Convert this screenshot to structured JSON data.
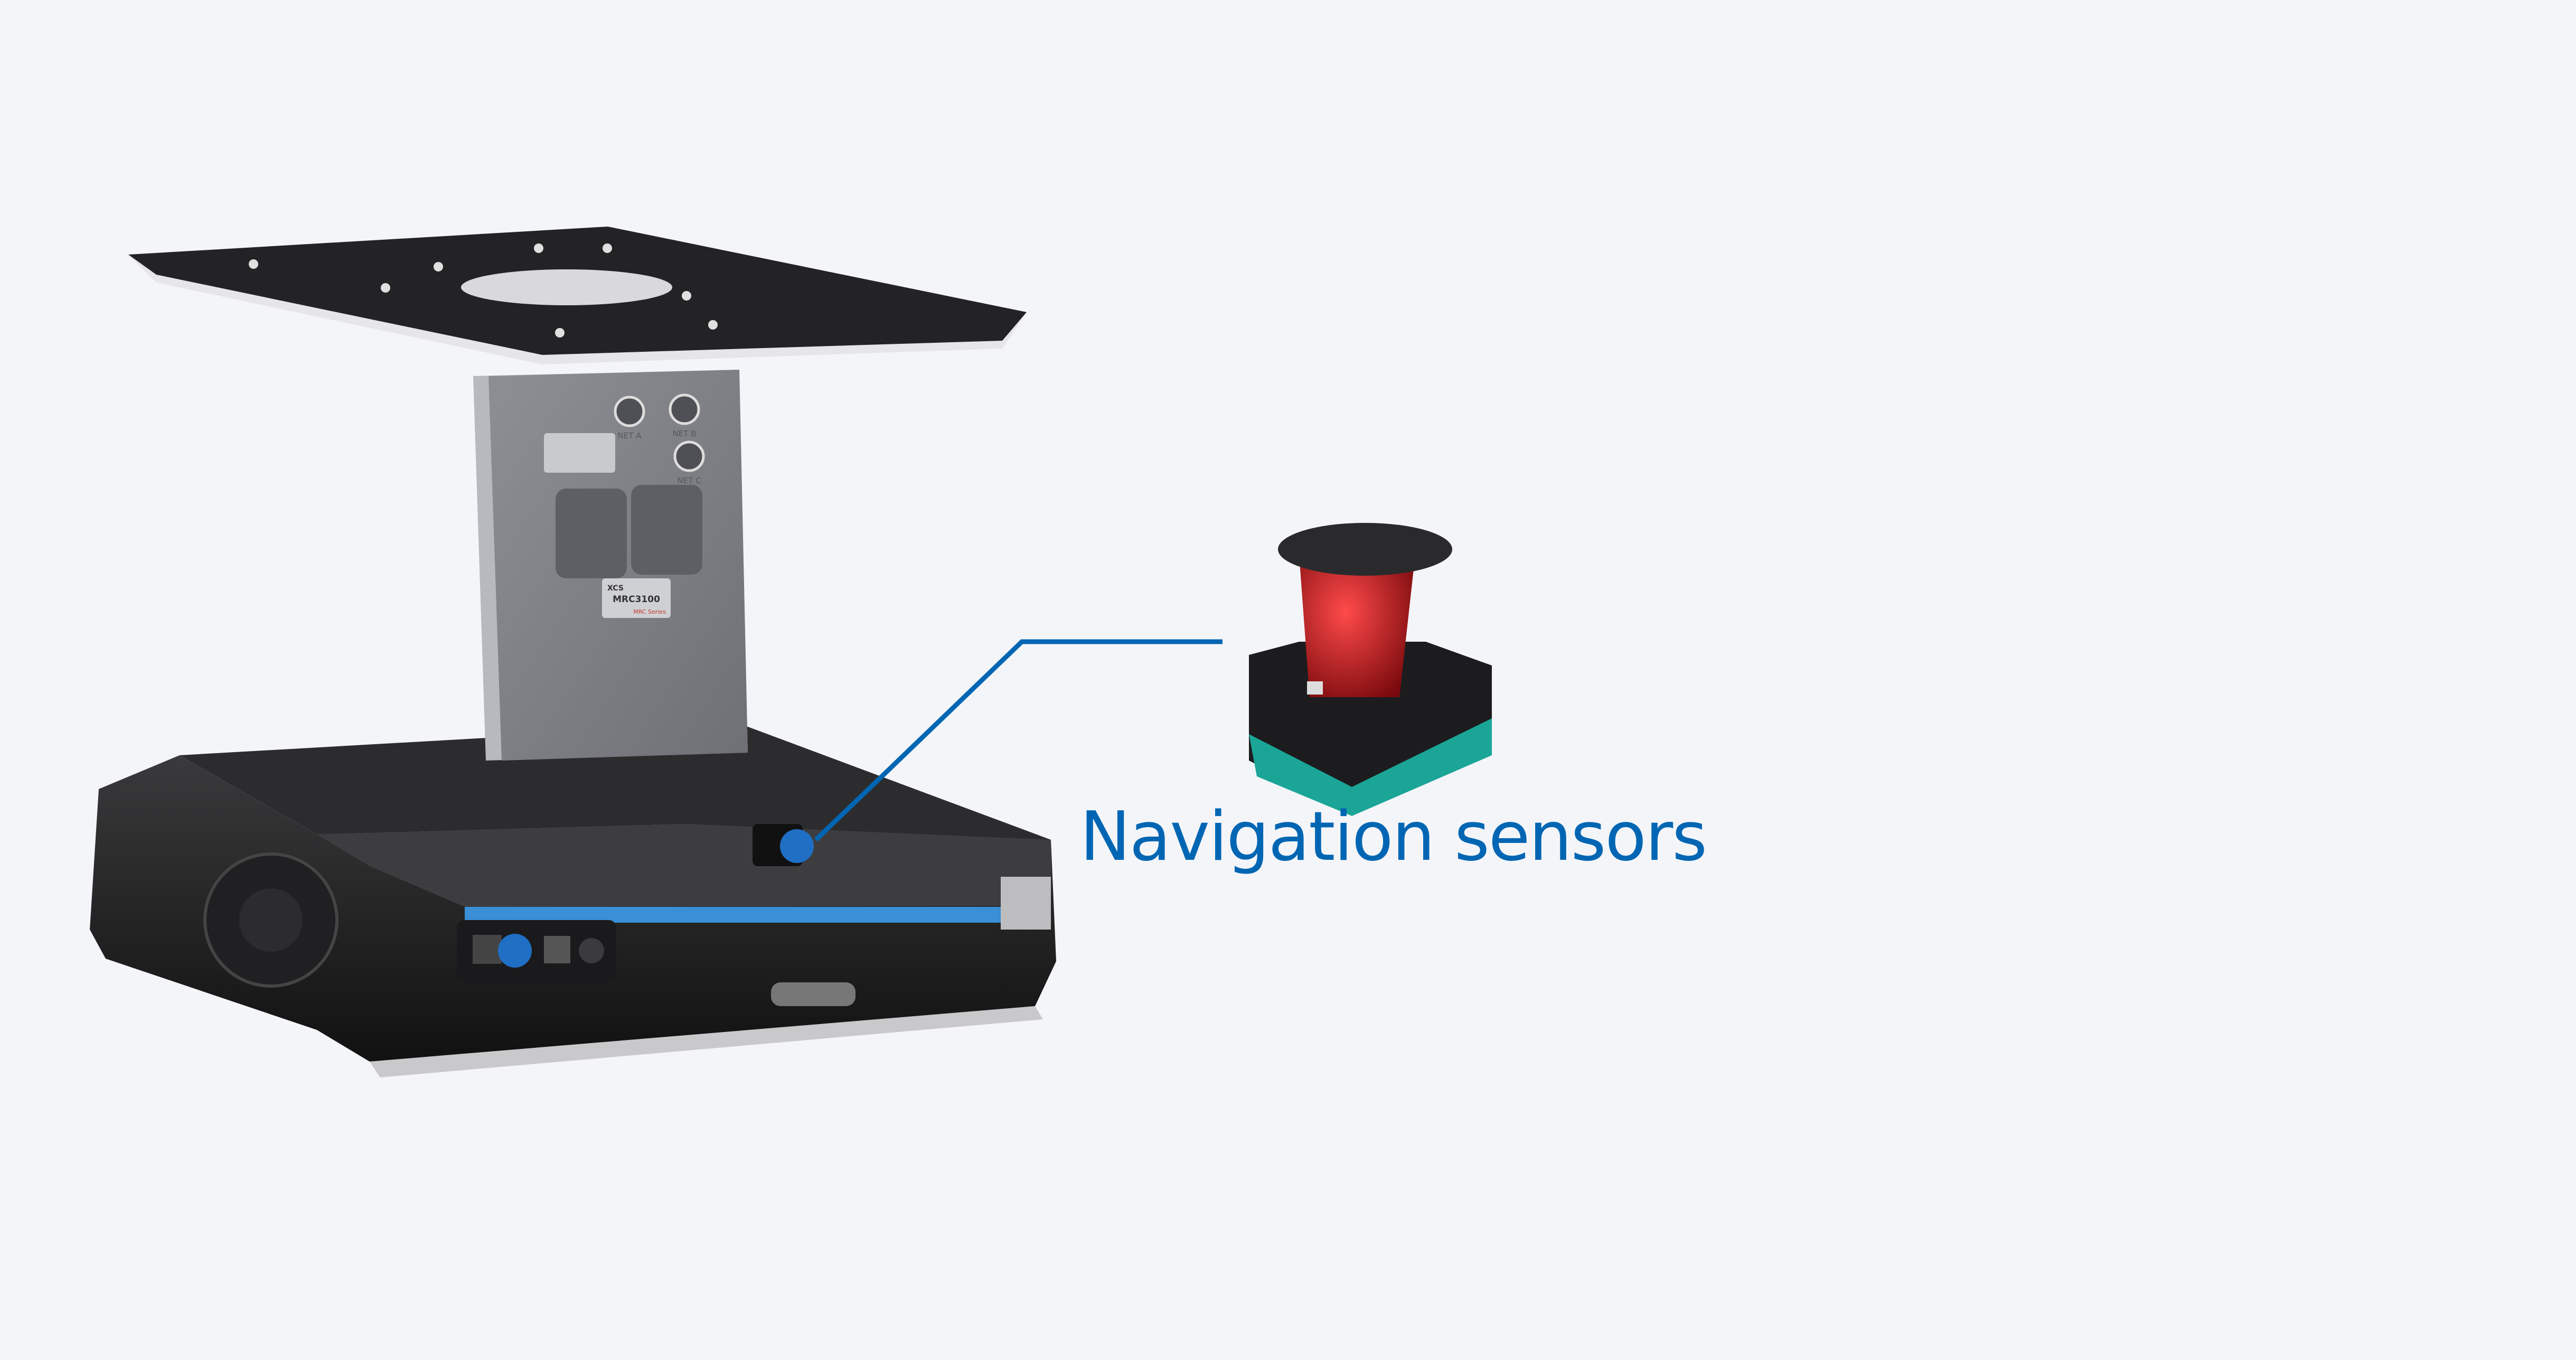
{
  "callout": {
    "label": "Navigation sensors",
    "color": "#0066b3"
  },
  "controller": {
    "model": "MRC3100",
    "series": "MRC Series",
    "brand": "XCS",
    "ports": [
      "NET A",
      "NET B",
      "NET C"
    ]
  },
  "colors": {
    "background": "#f4f5f9",
    "accent_strip": "#3a8fd6",
    "lidar_lens": "#c0151b",
    "lidar_base": "#1aa597"
  }
}
